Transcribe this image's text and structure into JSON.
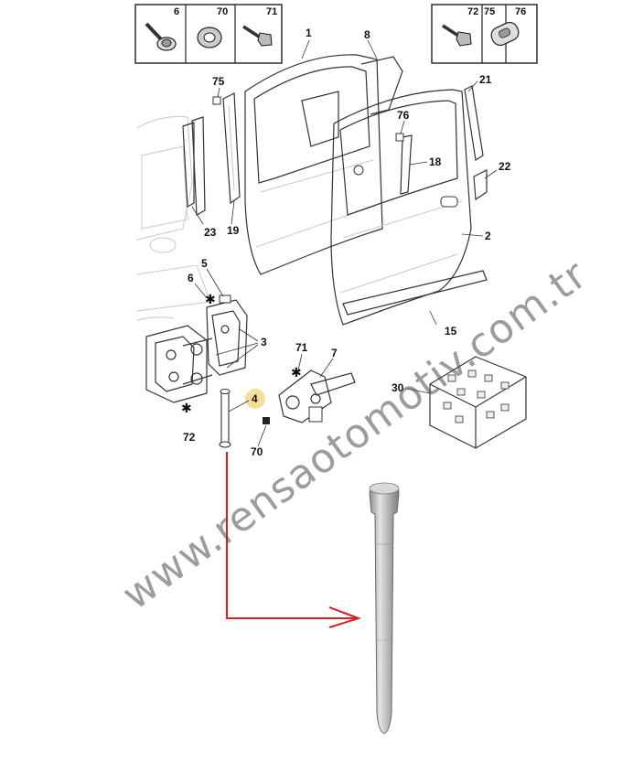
{
  "hardware_boxes": {
    "left": [
      "6",
      "70",
      "71"
    ],
    "right": [
      "72",
      "75",
      "76"
    ]
  },
  "callouts": {
    "p1": "1",
    "p8": "8",
    "p21": "21",
    "p75": "75",
    "p76": "76",
    "p18": "18",
    "p22": "22",
    "p23": "23",
    "p19": "19",
    "p2": "2",
    "p6": "6",
    "p5": "5",
    "p3": "3",
    "p71": "71",
    "p7": "7",
    "p4": "4",
    "p72": "72",
    "p70": "70",
    "p15": "15",
    "p30": "30"
  },
  "watermark": "www.rensaotomotiv.com.tr",
  "colors": {
    "arrow": "#d42020",
    "highlight": "#f3d98a",
    "line": "#333333"
  }
}
